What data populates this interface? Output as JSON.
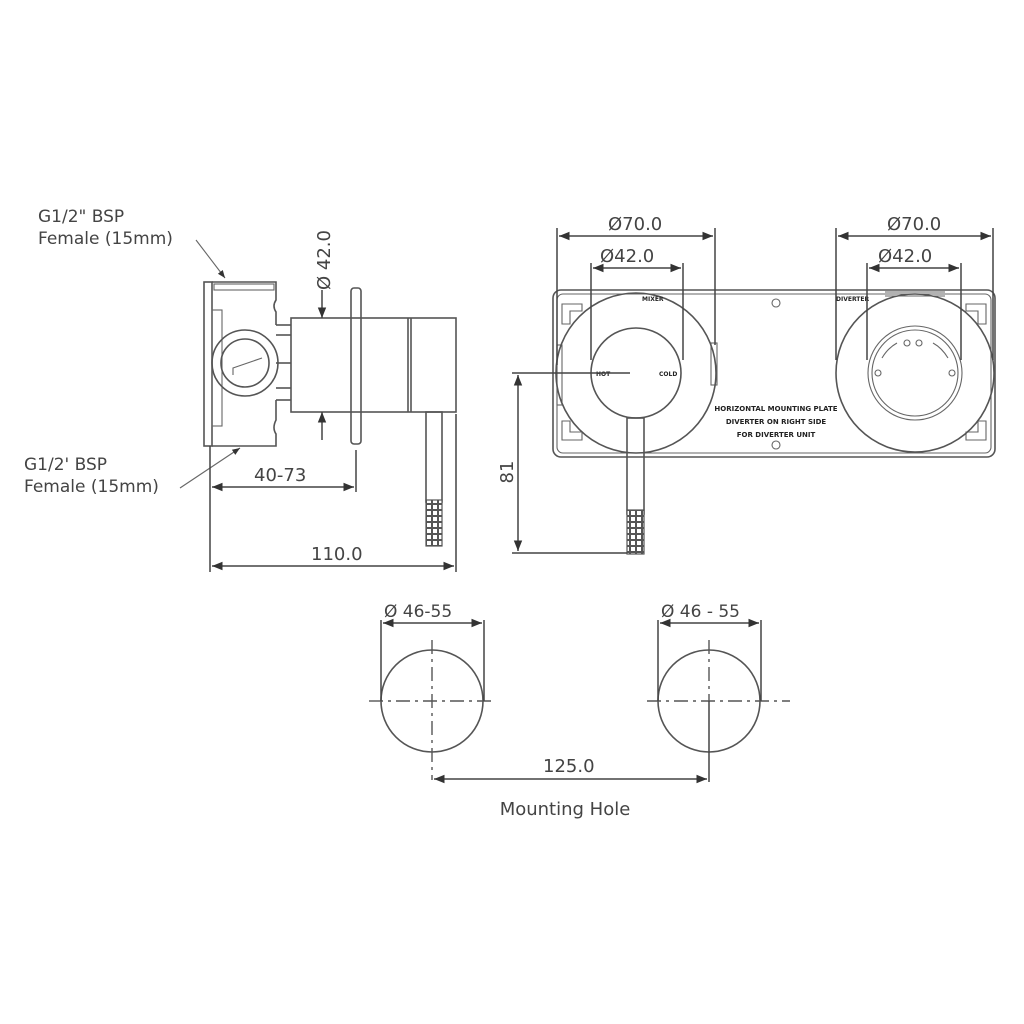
{
  "side_view": {
    "inlet_top_label_line1": "G1/2\" BSP",
    "inlet_top_label_line2": "Female (15mm)",
    "inlet_bottom_label_line1": "G1/2' BSP",
    "inlet_bottom_label_line2": "Female (15mm)",
    "diameter_body": "Ø 42.0",
    "depth_range": "40-73",
    "overall_depth": "110.0"
  },
  "front_view": {
    "left_outer_diameter": "Ø70.0",
    "left_inner_diameter": "Ø42.0",
    "right_outer_diameter": "Ø70.0",
    "right_inner_diameter": "Ø42.0",
    "handle_height": "81",
    "mixer_label": "MIXER",
    "hot_label": "HOT",
    "cold_label": "COLD",
    "diverter_label": "DIVERTER",
    "plate_note_line1": "HORIZONTAL MOUNTING PLATE",
    "plate_note_line2": "DIVERTER ON RIGHT SIDE",
    "plate_note_line3": "FOR DIVERTER UNIT"
  },
  "mounting_holes": {
    "left_diameter": "Ø 46-55",
    "right_diameter": "Ø 46 - 55",
    "centre_distance": "125.0",
    "caption": "Mounting Hole"
  }
}
